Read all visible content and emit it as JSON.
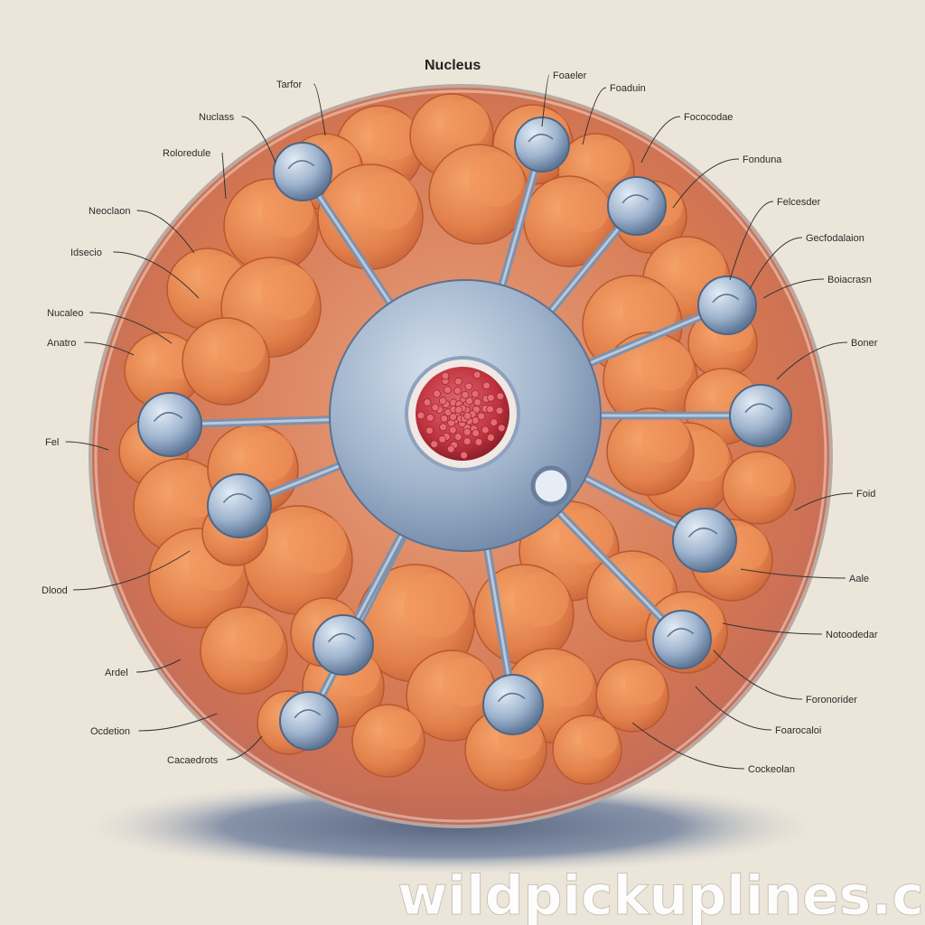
{
  "diagram": {
    "title": "Nucleus",
    "labels_left": [
      "Tarfor",
      "Nuclass",
      "Roloredule",
      "Neoclaon",
      "Idsecio",
      "Nucaleo",
      "Anatro",
      "Fel",
      "Dlood",
      "Ardel",
      "Ocdetion",
      "Cacaedrots"
    ],
    "labels_right": [
      "Foaeler",
      "Foaduin",
      "Fococodae",
      "Fonduna",
      "Felcesder",
      "Gecfodalaion",
      "Boiacrasn",
      "Boner",
      "Foid",
      "Aale",
      "Notoodedar",
      "Foronorider",
      "Foarocaloi",
      "Cockeolan"
    ]
  },
  "watermark": "wildpickuplines.com",
  "colors": {
    "background": "#ece6da",
    "lobe": "#e4874f",
    "nucleus": "#9cb0c8",
    "core": "#c53845",
    "membrane": "#d97a5c"
  }
}
